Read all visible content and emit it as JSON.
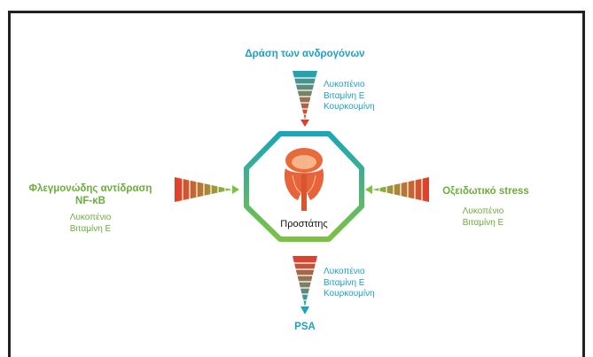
{
  "colors": {
    "blue": "#1e9fc8",
    "green": "#6aae3b",
    "red": "#e53b2a",
    "octagon_top": "#1ba6b8",
    "octagon_bottom": "#7cc242",
    "prostate": "#e86a3a"
  },
  "top": {
    "title": "Δράση των ανδρογόνων",
    "items": [
      "Λυκοπένιο",
      "Βιταμίνη Ε",
      "Κουρκουμίνη"
    ]
  },
  "left": {
    "title_line1": "Φλεγμονώδης αντίδραση",
    "title_line2": "NF-κB",
    "items": [
      "Λυκοπένιο",
      "Βιταμίνη Ε"
    ]
  },
  "right": {
    "title": "Οξειδωτικό stress",
    "items": [
      "Λυκοπένιο",
      "Βιταμίνη Ε"
    ]
  },
  "bottom": {
    "title": "PSA",
    "items": [
      "Λυκοπένιο",
      "Βιταμίνη Ε",
      "Κουρκουμίνη"
    ]
  },
  "center": {
    "label": "Προστάτης",
    "icon": "prostate-organ-icon"
  }
}
